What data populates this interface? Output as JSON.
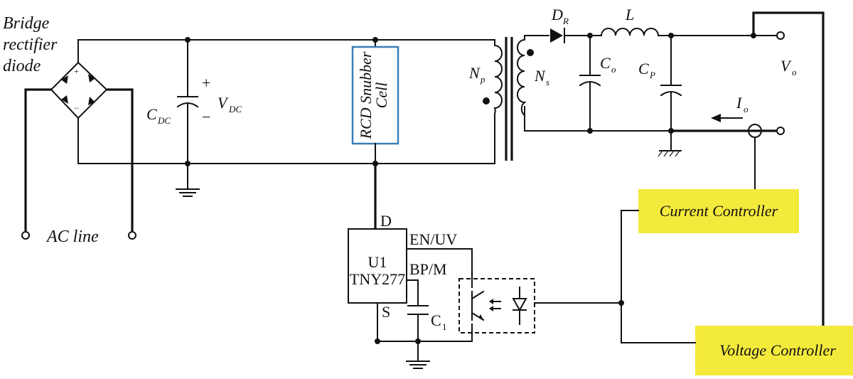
{
  "labels": {
    "bridge_line1": "Bridge",
    "bridge_line2": "rectifier",
    "bridge_line3": "diode",
    "ac_line": "AC line",
    "cdc_main": "C",
    "cdc_sub": "DC",
    "vdc_main": "V",
    "vdc_sub": "DC",
    "plus": "+",
    "minus": "−",
    "snubber_line1": "RCD Snubber",
    "snubber_line2": "Cell",
    "np_main": "N",
    "np_sub": "p",
    "ns_main": "N",
    "ns_sub": "s",
    "dr_main": "D",
    "dr_sub": "R",
    "l": "L",
    "co_main": "C",
    "co_sub": "o",
    "cp_main": "C",
    "cp_sub": "P",
    "vo_main": "V",
    "vo_sub": "o",
    "io_main": "I",
    "io_sub": "o",
    "d_pin": "D",
    "en_uv": "EN/UV",
    "bp_m": "BP/M",
    "s_pin": "S",
    "u1": "U1",
    "tny": "TNY277",
    "c1_main": "C",
    "c1_sub": "1"
  },
  "blocks": {
    "current_controller": "Current Controller",
    "voltage_controller": "Voltage Controller"
  },
  "colors": {
    "controller_fill": "#f4ea3c",
    "snubber_border": "#3b7fb8",
    "wire": "#111111"
  }
}
